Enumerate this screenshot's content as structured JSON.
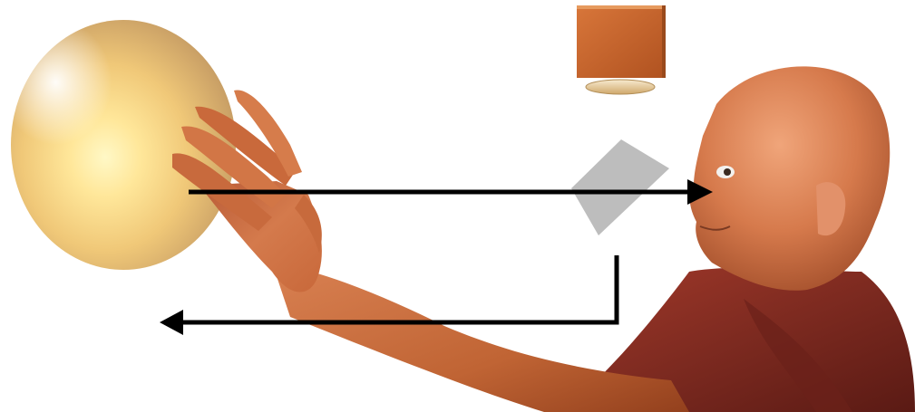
{
  "scene": {
    "objects": [
      "sphere",
      "hand",
      "arm",
      "head",
      "cube",
      "lens",
      "mirror"
    ],
    "arrows": [
      "arrow-from-sphere-to-eye",
      "arrow-from-mirror-to-left"
    ],
    "colors": {
      "sphere_highlight": "#fff6b8",
      "sphere_mid": "#f0c46a",
      "sphere_edge": "#c49a63",
      "skin_light": "#e89a6a",
      "skin_mid": "#d77440",
      "skin_dark": "#a6502a",
      "robe": "#8e2e22",
      "robe_dark": "#5e1b16",
      "cube_front": "#cc6a2c",
      "cube_top": "#e58a4a",
      "cube_side": "#a8521f",
      "lens": "#e7d2a0",
      "mirror": "#bdbdbd",
      "arrow": "#000000"
    }
  }
}
